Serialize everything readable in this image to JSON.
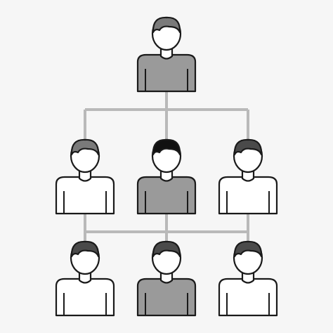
{
  "diagram": {
    "type": "org-chart",
    "colors": {
      "background": "#f6f6f6",
      "connector": "#b9b9b9",
      "outline": "#1a1a1a",
      "skin": "#ffffff",
      "shirt_gray": "#9a9a9a",
      "shirt_white": "#ffffff",
      "hair_dark": "#4a4a4a",
      "hair_gray": "#7a7a7a",
      "hair_black": "#111111"
    },
    "levels": [
      {
        "name": "top",
        "people": [
          {
            "id": "person-top",
            "shirt": "gray",
            "hair": "gray"
          }
        ]
      },
      {
        "name": "middle",
        "people": [
          {
            "id": "person-middle-left",
            "shirt": "white",
            "hair": "gray"
          },
          {
            "id": "person-middle-center",
            "shirt": "gray",
            "hair": "black"
          },
          {
            "id": "person-middle-right",
            "shirt": "white",
            "hair": "dark"
          }
        ]
      },
      {
        "name": "bottom",
        "people": [
          {
            "id": "person-bottom-left",
            "shirt": "white",
            "hair": "dark"
          },
          {
            "id": "person-bottom-center",
            "shirt": "gray",
            "hair": "dark"
          },
          {
            "id": "person-bottom-right",
            "shirt": "white",
            "hair": "dark"
          }
        ]
      }
    ]
  }
}
